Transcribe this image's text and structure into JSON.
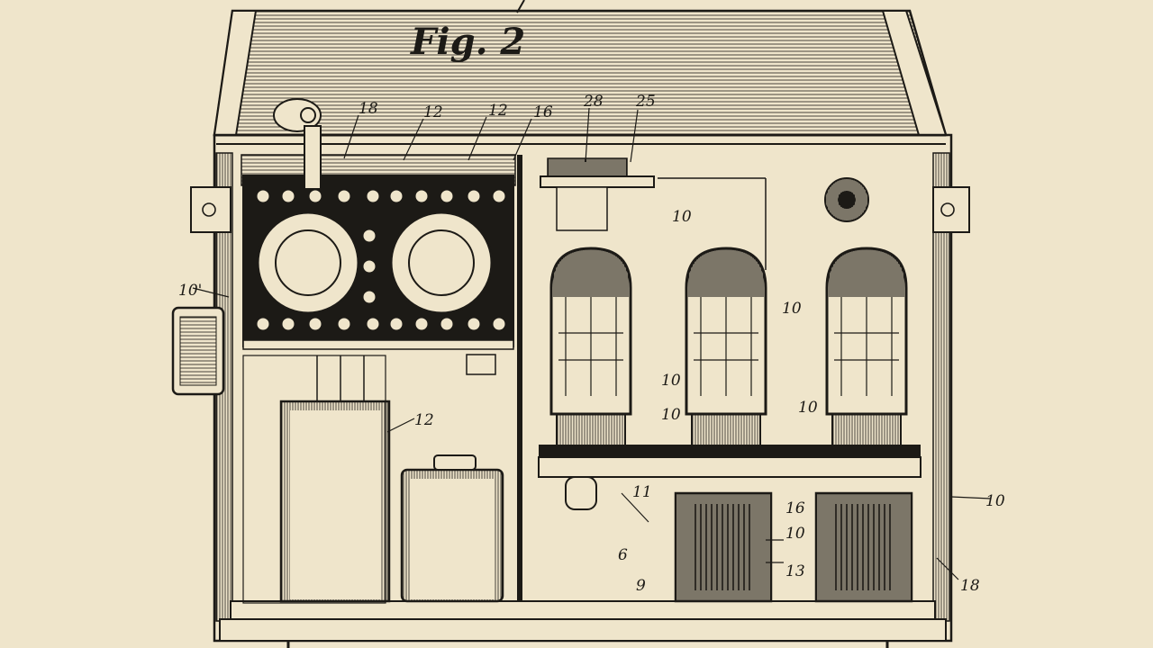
{
  "figure": {
    "title": "Fig. 2",
    "labels": {
      "l_18_top": "18",
      "l_12": "12",
      "l_12a": "12",
      "l_16": "16",
      "l_28": "28",
      "l_25": "25",
      "l_10a": "10'",
      "l_12b": "12",
      "l_10b": "10",
      "l_10c": "10",
      "l_10d": "10",
      "l_10e": "10",
      "l_10f": "10",
      "l_11": "11",
      "l_16b": "16",
      "l_13": "13",
      "l_10g": "10",
      "l_18b": "18",
      "l_10h": "10",
      "l_6": "6",
      "l_9": "9"
    }
  },
  "colors": {
    "paper": "#efe5cb",
    "ink": "#1c1a16"
  }
}
